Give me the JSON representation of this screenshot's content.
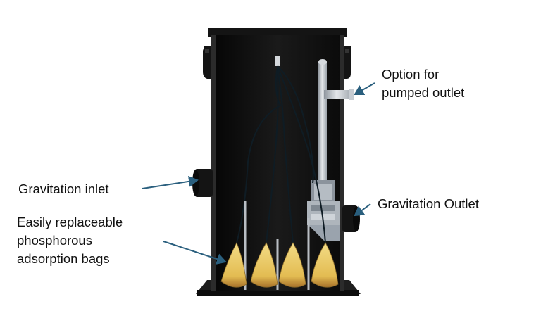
{
  "labels": {
    "pumped_outlet": [
      "Option for",
      "pumped outlet"
    ],
    "gravitation_inlet": "Gravitation inlet",
    "gravitation_outlet": "Gravitation Outlet",
    "adsorption_bags": [
      "Easily replaceable",
      "phosphorous",
      "adsorption bags"
    ]
  },
  "colors": {
    "tank_body": "#111111",
    "tank_shadow": "#262626",
    "arrow": "#2a5f7e",
    "bag_fill": "#e8c75e",
    "bag_bottom": "#b07a2a",
    "pipe": "#c9cdd3",
    "pump": "#9aa3ad",
    "hose": "#0f1c24"
  },
  "icons": {
    "arrow": "arrow-pointer-icon"
  }
}
